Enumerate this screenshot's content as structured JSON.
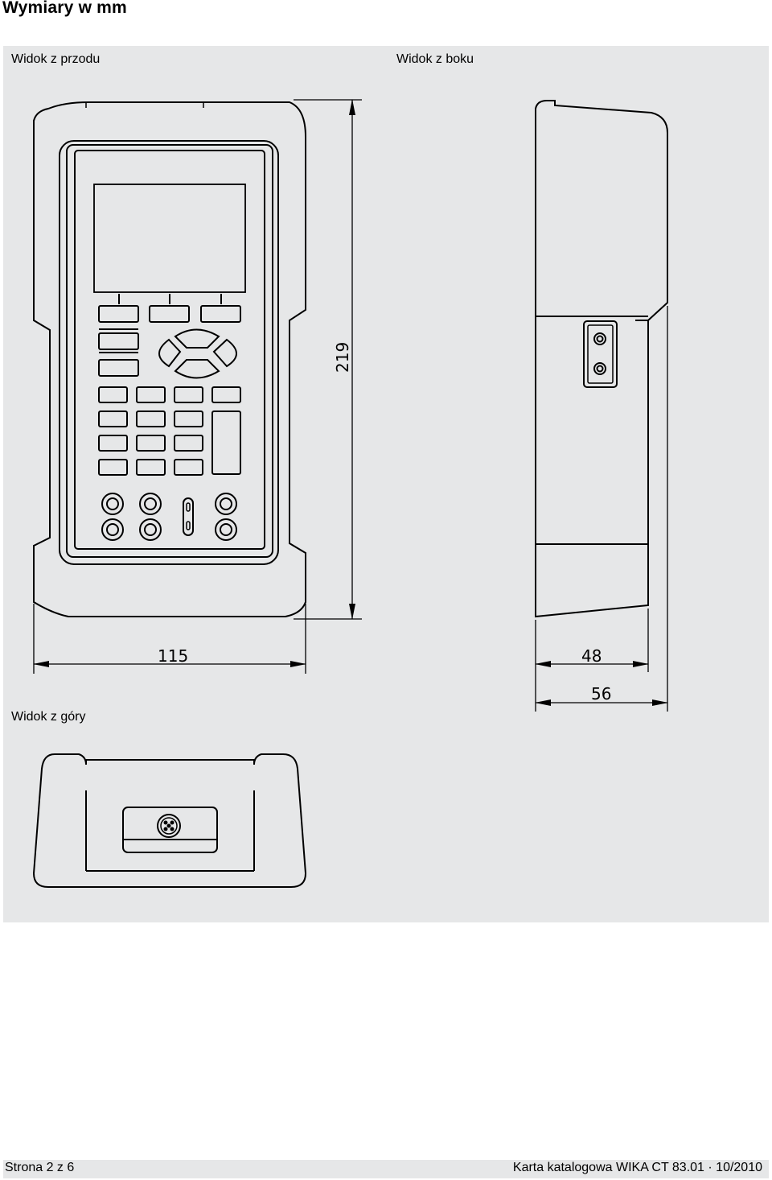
{
  "page": {
    "title": "Wymiary w mm"
  },
  "views": {
    "front": "Widok z przodu",
    "side": "Widok z boku",
    "top": "Widok z góry"
  },
  "dimensions": {
    "height": "219",
    "width": "115",
    "depth_inner": "48",
    "depth_outer": "56"
  },
  "colors": {
    "panel": "#e6e7e8",
    "line": "#000000"
  },
  "footer": {
    "page": "Strona 2 z 6",
    "doc": "Karta katalogowa WIKA CT 83.01 · 10/2010"
  }
}
